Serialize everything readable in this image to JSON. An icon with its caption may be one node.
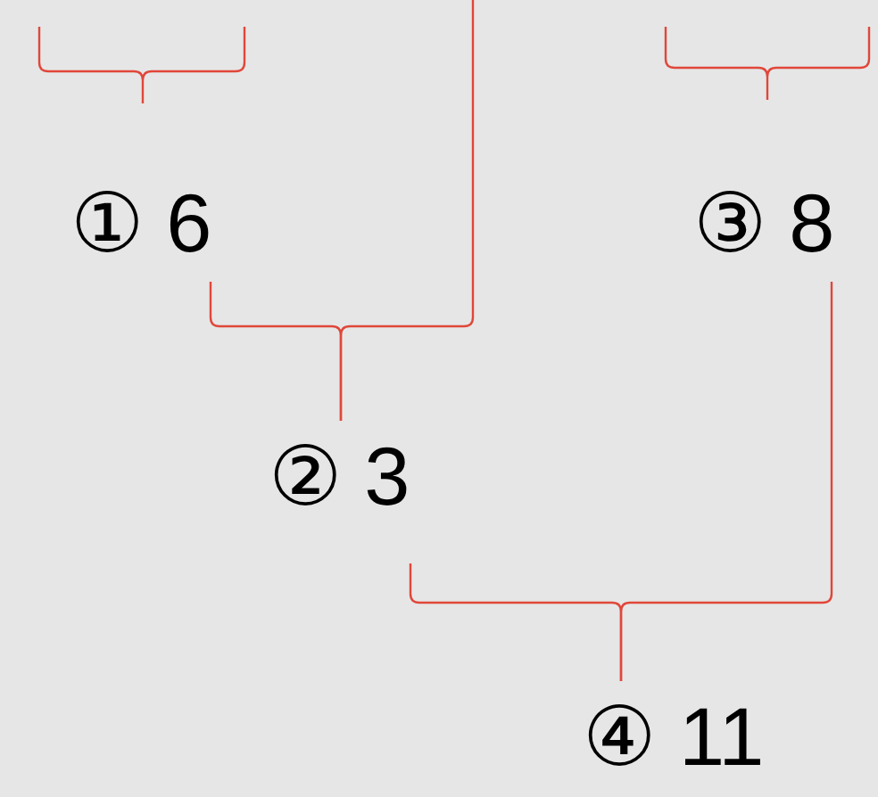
{
  "diagram": {
    "nodes": [
      {
        "text": [
          "① 6"
        ]
      },
      {
        "text": [
          "③ 8"
        ]
      },
      {
        "text": [
          "② 3"
        ]
      },
      {
        "text": [
          "④ 11"
        ]
      }
    ],
    "edges": [
      {
        "from": 0,
        "to": 2,
        "arrow": "none"
      },
      {
        "from": null,
        "to": 2,
        "arrow": "none"
      },
      {
        "from": 2,
        "to": 3,
        "arrow": "none"
      },
      {
        "from": 1,
        "to": 3,
        "arrow": "none"
      }
    ]
  }
}
